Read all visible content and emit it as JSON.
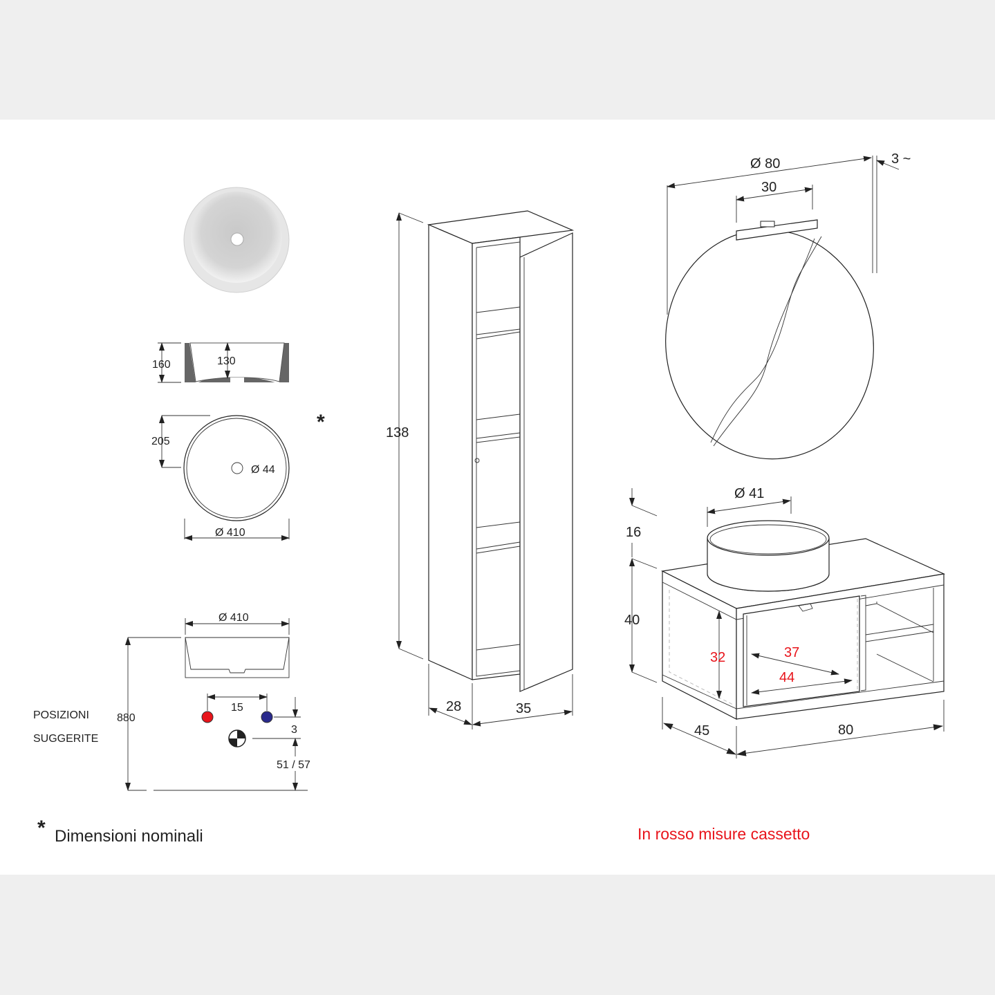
{
  "basin": {
    "section_height": "160",
    "section_inner_depth": "130",
    "plan_offset": "205",
    "drain_diameter": "Ø 44",
    "plan_diameter": "Ø 410",
    "side_diameter": "Ø 410",
    "nominal_mark": "*"
  },
  "positions": {
    "label_line1": "POSIZIONI",
    "label_line2": "SUGGERITE",
    "total_height": "880",
    "tap_spacing": "15",
    "offset": "3",
    "mixer_height": "51 / 57",
    "hot_color": "#e8141b",
    "cold_color": "#2a2a8c"
  },
  "column": {
    "height": "138",
    "depth": "28",
    "width": "35"
  },
  "mirror": {
    "diameter": "Ø 80",
    "lamp_width": "30",
    "thickness": "3 ~"
  },
  "vanity": {
    "basin_diameter": "Ø 41",
    "basin_height": "16",
    "cabinet_height": "40",
    "depth": "45",
    "width": "80",
    "drawer_height": "32",
    "drawer_depth": "37",
    "drawer_width": "44",
    "drawer_color": "#e8141b"
  },
  "footer": {
    "asterisk": "*",
    "nominal_note": "Dimensioni nominali",
    "red_note": "In rosso misure cassetto"
  }
}
